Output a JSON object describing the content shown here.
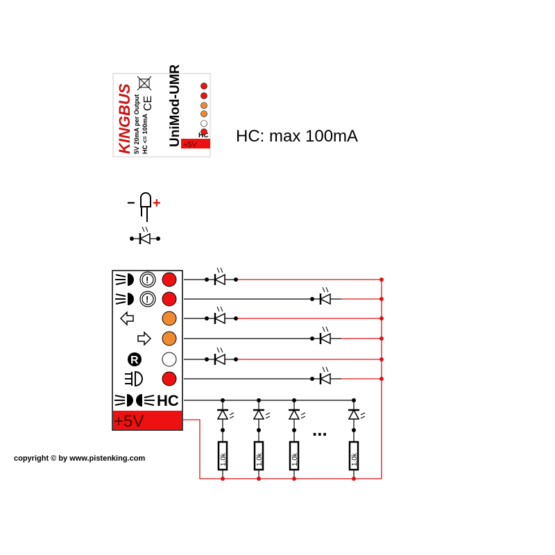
{
  "label": {
    "brand": "KINGBUS",
    "spec1": "5V 20mA per Output",
    "spec2": "HC <= 100mA",
    "ce": "CE",
    "model": "UniMod-UMR",
    "hc": "HC",
    "plus5v": "+5V"
  },
  "hc_note": "HC: max 100mA",
  "led_legend": {
    "minus": "−",
    "plus": "+"
  },
  "module": {
    "outputs": [
      {
        "icon": "brake-light-icon",
        "color": "#ee1111"
      },
      {
        "icon": "brake-light-icon",
        "color": "#ee1111"
      },
      {
        "icon": "left-arrow-icon",
        "color": "#f08a30"
      },
      {
        "icon": "right-arrow-icon",
        "color": "#f08a30"
      },
      {
        "icon": "reverse-icon",
        "color": "#ffffff"
      },
      {
        "icon": "fog-light-icon",
        "color": "#ee1111"
      }
    ],
    "reverse_letter": "R",
    "hc_label": "HC",
    "plus5v_label": "+5V"
  },
  "hc_branches": {
    "resistor_value": "1,0k",
    "ellipsis": "..."
  },
  "copyright": "copyright © by www.pistenking.com",
  "colors": {
    "wire": "#000000",
    "supply": "#dd1111",
    "supply_fill": "#ee1111"
  }
}
